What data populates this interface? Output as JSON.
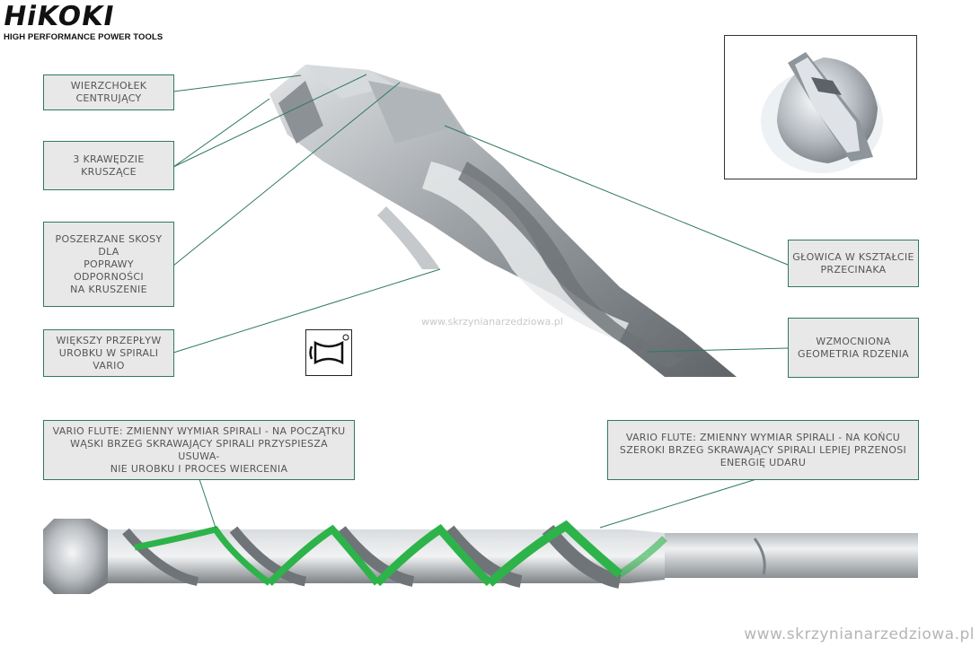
{
  "brand": {
    "name": "HiKOKI",
    "tagline": "HIGH PERFORMANCE POWER TOOLS"
  },
  "callouts": {
    "centering_tip": "WIERZCHOŁEK\nCENTRUJĄCY",
    "crushing_edges": "3 KRAWĘDZIE\nKRUSZĄCE",
    "widened_bevels": "POSZERZANE SKOSY DLA\nPOPRAWY ODPORNOŚCI\nNA KRUSZENIE",
    "vario_flow": "WIĘKSZY PRZEPŁYW\nUROBKU W SPIRALI\nVARIO",
    "chisel_head": "GŁOWICA W KSZTAŁCIE\nPRZECINAKA",
    "core_geometry": "WZMOCNIONA\nGEOMETRIA RDZENIA",
    "vario_flute_start": "VARIO FLUTE: ZMIENNY WYMIAR SPIRALI - NA POCZĄTKU\nWĄSKI BRZEG SKRAWAJĄCY SPIRALI PRZYSPIESZA USUWA-\nNIE UROBKU I PROCES WIERCENIA",
    "vario_flute_end": "VARIO FLUTE: ZMIENNY WYMIAR SPIRALI - NA KOŃCU\nSZEROKI BRZEG SKRAWAJĄCY SPIRALI LEPIEJ PRZENOSI\nENERGIĘ UDARU"
  },
  "watermark": {
    "center": "www.skrzynianarzedziowa.pl",
    "bottom": "www.skrzynianarzedziowa.pl"
  },
  "colors": {
    "box_fill": "#e8e8e8",
    "box_border": "#2f7a5e",
    "leader_line": "#2f7a5e",
    "flute_green": "#2db34a",
    "steel": "#a9aeb2"
  }
}
